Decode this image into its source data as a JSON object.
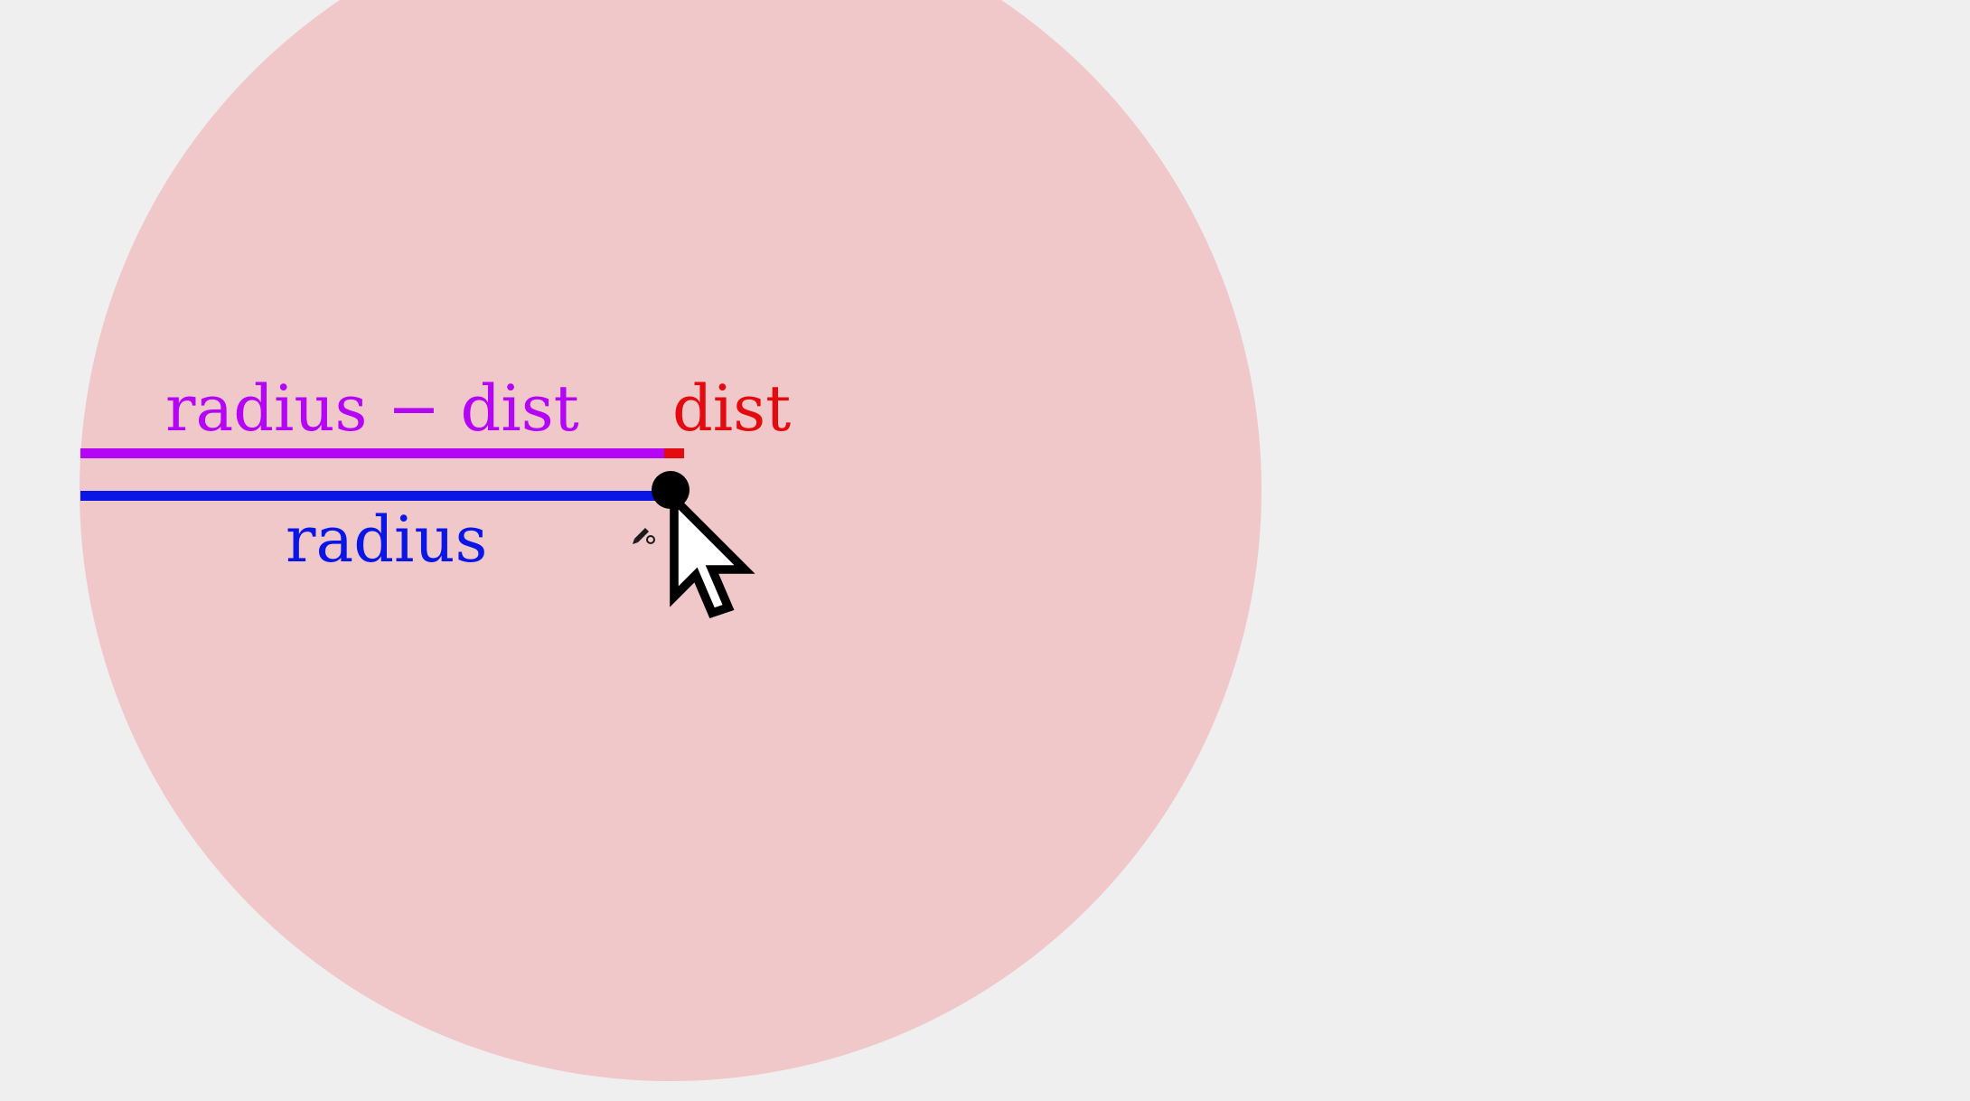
{
  "diagram": {
    "labels": {
      "radius_minus_dist": "radius − dist",
      "dist": "dist",
      "radius": "radius"
    },
    "colors": {
      "background": "#efefef",
      "circle_fill": "#f0c8c9",
      "radius_minus_dist": "#b405f5",
      "dist": "#e40b10",
      "radius": "#0a16e6",
      "point": "#000000"
    },
    "icons": [
      "mouse-pointer-icon",
      "pencil-cursor-icon"
    ]
  }
}
